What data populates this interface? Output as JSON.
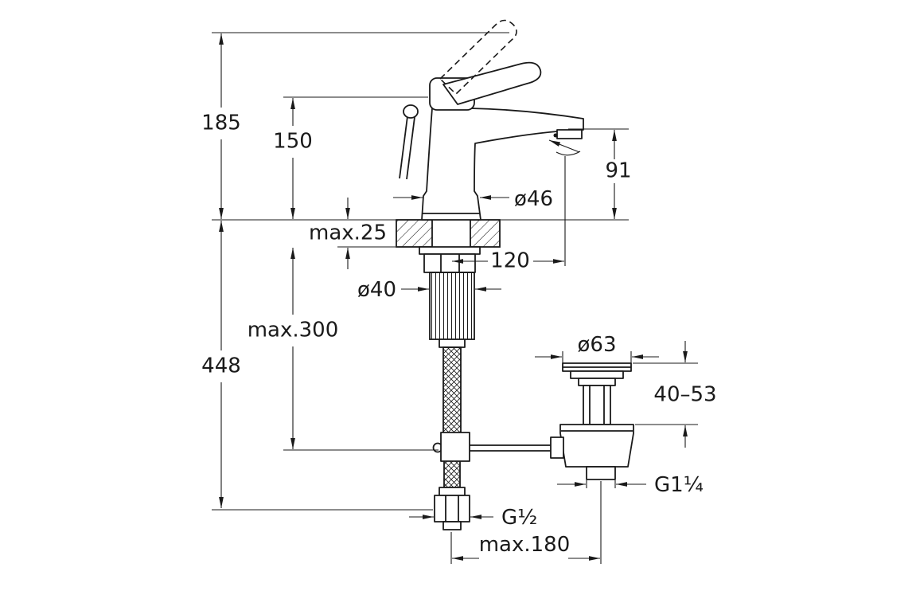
{
  "page": {
    "background": "#ffffff",
    "line_color": "#1a1a1a",
    "description": "Technical installation drawing of a single-lever basin mixer faucet with pop-up waste"
  },
  "labels": {
    "height_185": "185",
    "height_150": "150",
    "height_91": "91",
    "dia_base": "ø46",
    "max_counter": "max.25",
    "reach_120": "120",
    "dia_shank": "ø40",
    "max_hose": "max.300",
    "height_448": "448",
    "dia_drain": "ø63",
    "range_drain": "40–53",
    "thread_drain": "G1¼",
    "thread_supply": "G½",
    "max_spread": "max.180"
  }
}
